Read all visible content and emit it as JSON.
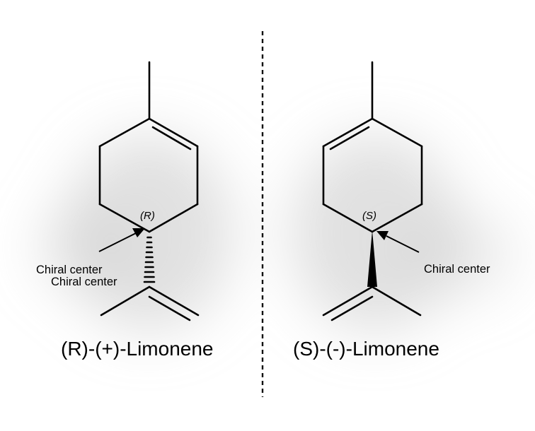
{
  "left_molecule": {
    "name": "(R)-(+)-Limonene",
    "config_label": "(R)",
    "annotation_1": "Chiral center",
    "annotation_2": "Chiral center"
  },
  "right_molecule": {
    "name": "(S)-(-)-Limonene",
    "config_label": "(S)",
    "annotation": "Chiral center"
  }
}
